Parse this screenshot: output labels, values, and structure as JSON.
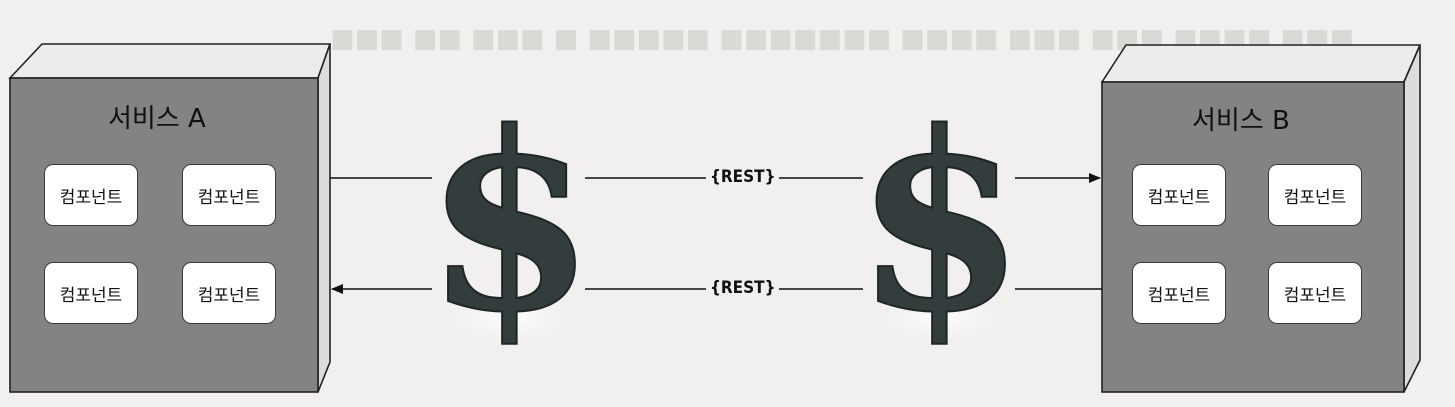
{
  "service_a": {
    "title": "서비스 A",
    "components": [
      "컴포넌트",
      "컴포넌트",
      "컴포넌트",
      "컴포넌트"
    ]
  },
  "service_b": {
    "title": "서비스 B",
    "components": [
      "컴포넌트",
      "컴포넌트",
      "컴포넌트",
      "컴포넌트"
    ]
  },
  "connections": {
    "request_label": "{REST}",
    "response_label": "{REST}"
  },
  "cost_icon": "dollar-sign-icon",
  "colors": {
    "box_front": "#838383",
    "box_top": "#ededed",
    "box_side": "#dcdcdc",
    "dollar": "#2f3a3a",
    "line": "#111111"
  }
}
